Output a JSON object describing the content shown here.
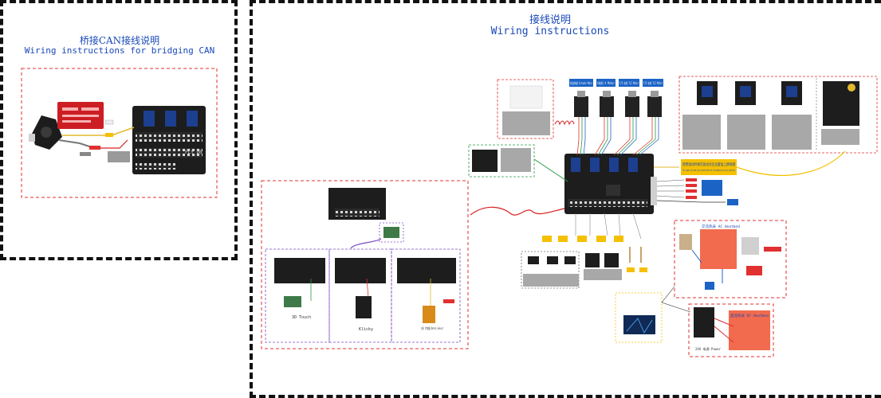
{
  "left_panel": {
    "title_cn": "桥接CAN接线说明",
    "title_en": "Wiring instructions for bridging CAN",
    "board_label": "FLY_D8"
  },
  "right_panel": {
    "title_cn": "接线说明",
    "title_en": "Wiring instructions",
    "motor_labels": [
      "挤出机电机 Extruder Motor",
      "X电机 X Motor",
      "Y/Z 电机 Y/Z Motor",
      "Y/Z 电机 Y/Z Motor"
    ],
    "jumper_note_cn": "使用驱动时要在驱动对应位置插上跳线帽",
    "jumper_note_en": "This jumper cap needs to be inserted when the corresponding axis uses sensorless",
    "sensor_labels": [
      "3D Touch",
      "Klicky",
      "光纤 传感器 Omron Sensor"
    ],
    "heater_label": "交流热床 AC Heatbed",
    "dc_heater_label": "直流热床 DC Heatbed",
    "power_label": "24V 电源 Power"
  },
  "colors": {
    "title": "#1a49b8",
    "section_border": "#e03030",
    "board": "#1d1d1d",
    "jumper_note": "#f5c000",
    "bridge_module": "#cc1d24"
  }
}
